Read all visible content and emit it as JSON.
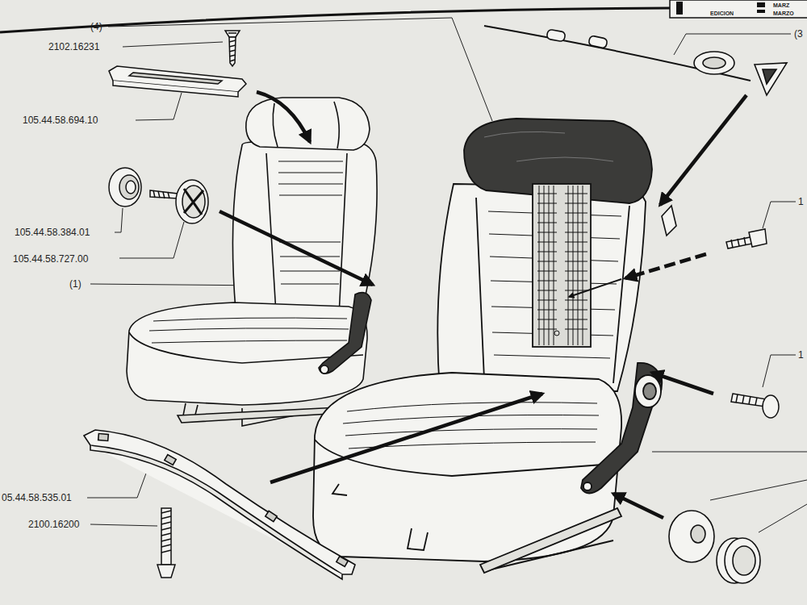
{
  "diagram": {
    "labels": [
      "(4)",
      "2102.16231",
      "105.44.58.694.10",
      "105.44.58.384.01",
      "105.44.58.727.00",
      "(1)",
      "05.44.58.535.01",
      "2100.16200",
      "(3",
      "1",
      "1",
      "MARZ",
      "EDICION",
      "MARZO"
    ]
  }
}
